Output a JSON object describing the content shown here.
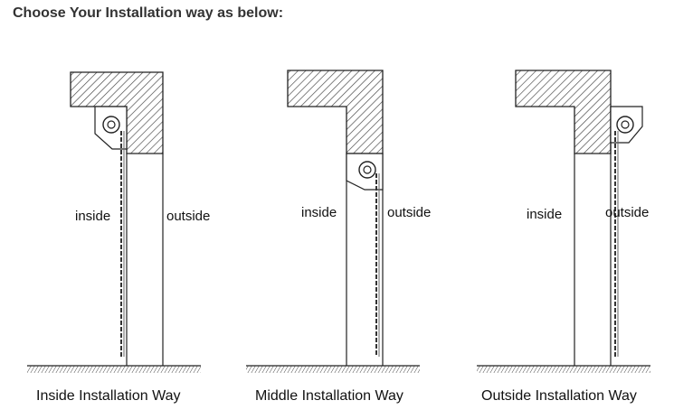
{
  "heading": "Choose Your Installation way as below:",
  "panels": [
    {
      "inside_label": "inside",
      "outside_label": "outside",
      "caption": "Inside Installation Way"
    },
    {
      "inside_label": "inside",
      "outside_label": "outside",
      "caption": "Middle Installation Way"
    },
    {
      "inside_label": "inside",
      "outside_label": "outside",
      "caption": "Outside Installation Way"
    }
  ]
}
